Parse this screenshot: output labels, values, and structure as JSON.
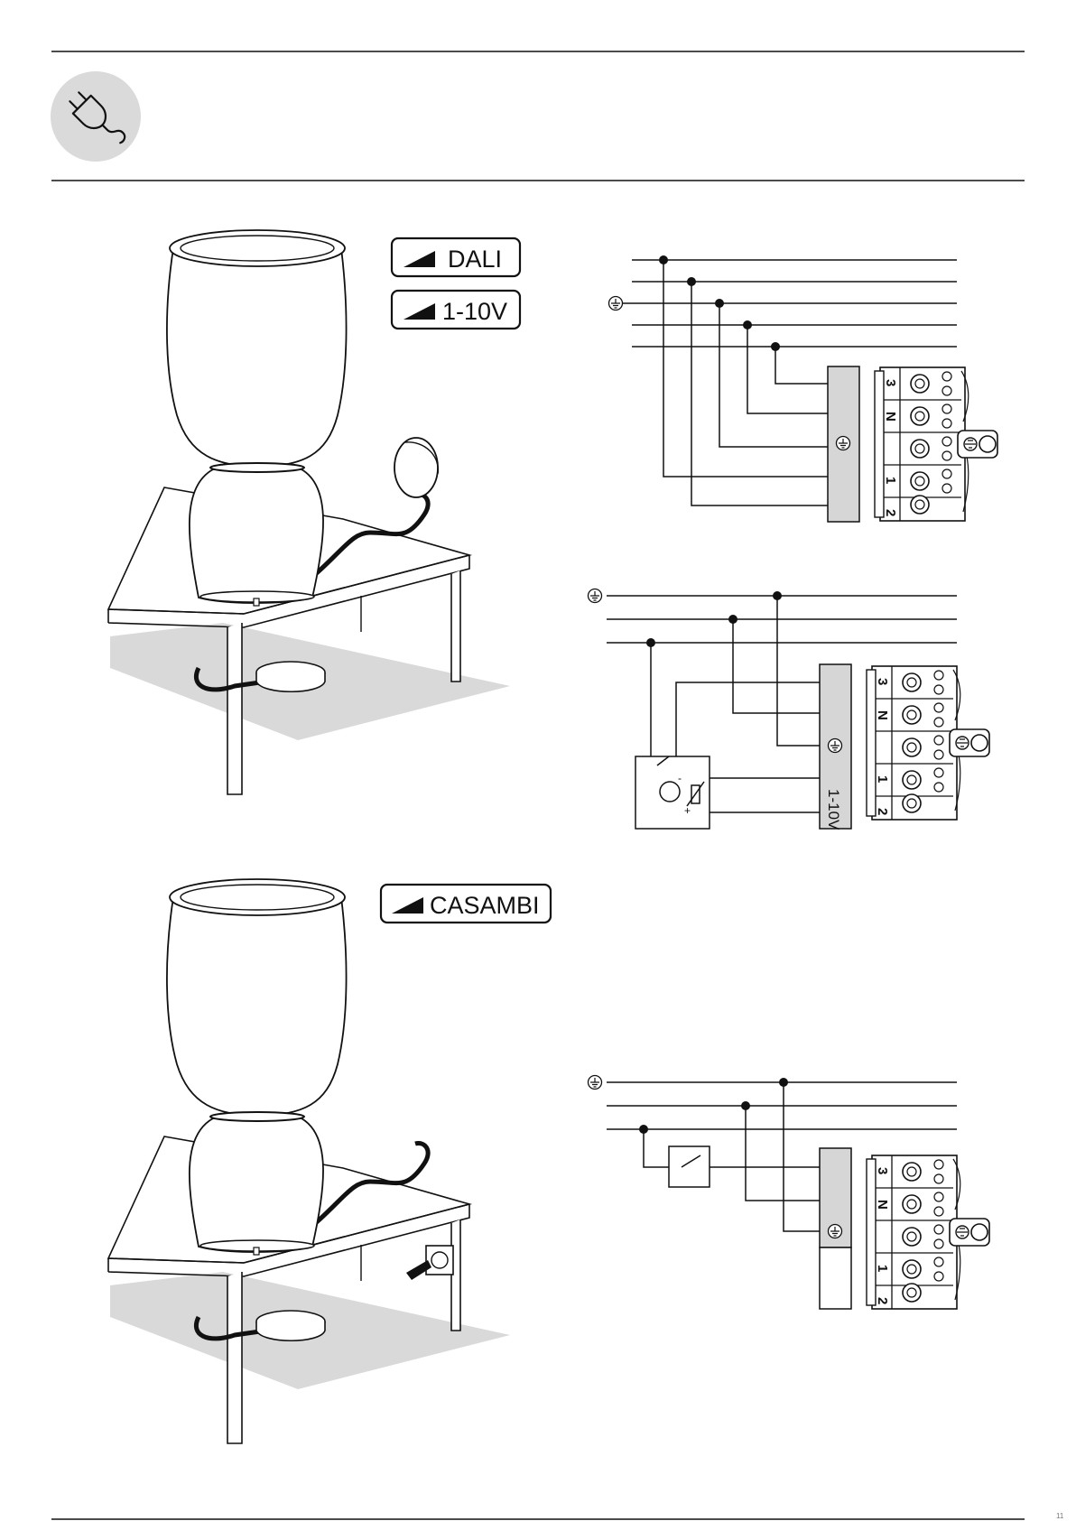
{
  "header": {
    "icon": "plug-icon"
  },
  "badges": {
    "dali": "DALI",
    "v110": "1-10V",
    "casambi": "CASAMBI"
  },
  "colors": {
    "ink": "#111111",
    "shadow": "#d9d9d9",
    "icon_bg": "#dadada",
    "box_fill": "#d6d6d6"
  },
  "terminal_labels": [
    "3",
    "N",
    "1",
    "2"
  ],
  "diagram_1_10v": {
    "box_label": "1-10V"
  },
  "footer": {
    "page_mark": "11"
  }
}
